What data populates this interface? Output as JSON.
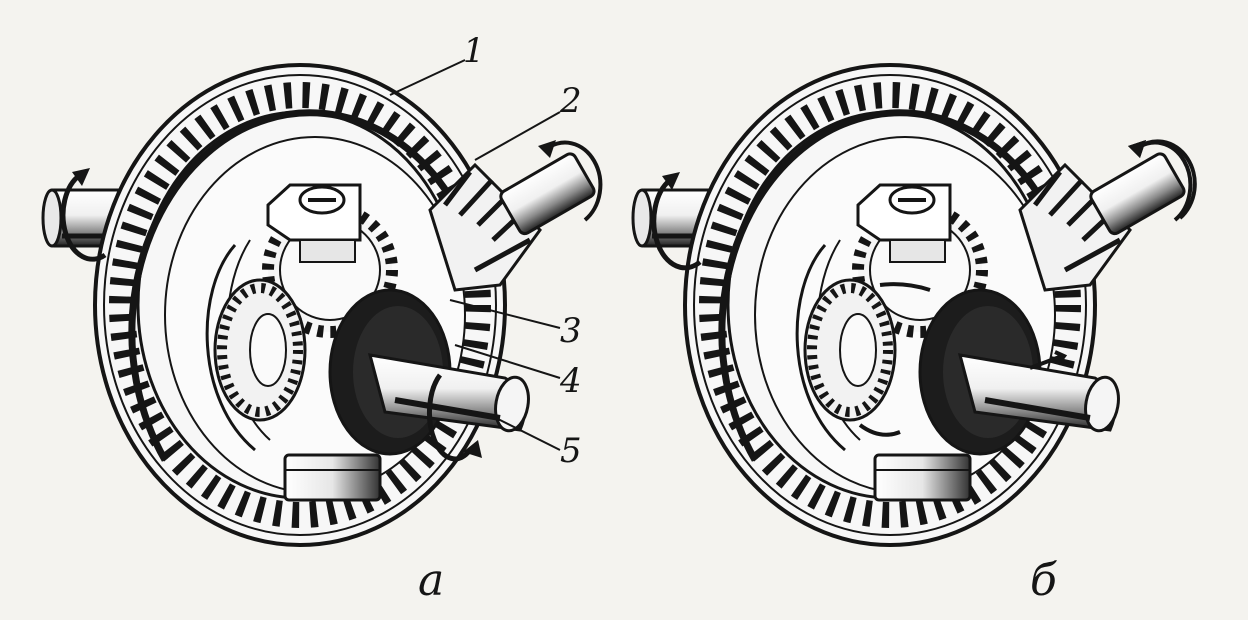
{
  "figure": {
    "panel_a": {
      "caption": "а",
      "callouts": [
        "1",
        "2",
        "3",
        "4",
        "5"
      ]
    },
    "panel_b": {
      "caption": "б"
    }
  },
  "colors": {
    "ink": "#151515",
    "paper": "#f4f3ef",
    "metal_light": "#ffffff",
    "metal_shade": "#9c9c9c"
  }
}
